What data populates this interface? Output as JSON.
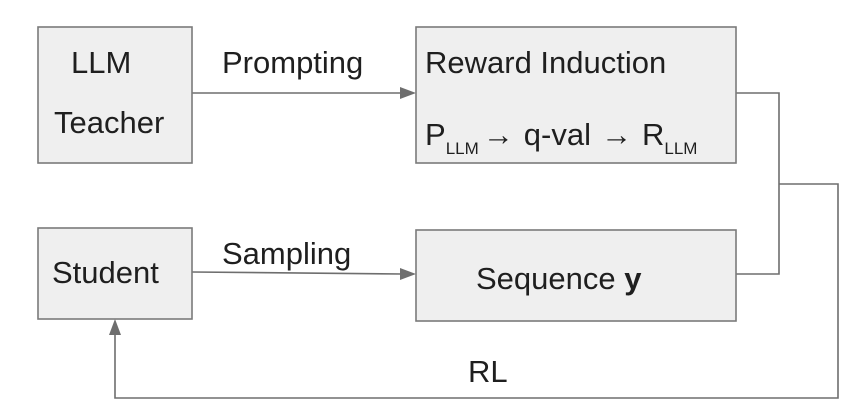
{
  "nodes": {
    "teacher": {
      "line1": "LLM",
      "line2": "Teacher"
    },
    "reward": {
      "title": "Reward Induction",
      "p": "P",
      "p_sub": "LLM",
      "arrow1": "→",
      "qval": "q-val",
      "arrow2": "→",
      "r": "R",
      "r_sub": "LLM"
    },
    "student": {
      "label": "Student"
    },
    "sequence": {
      "label": "Sequence ",
      "var": "y"
    }
  },
  "edges": {
    "prompting": "Prompting",
    "sampling": "Sampling",
    "rl": "RL"
  }
}
